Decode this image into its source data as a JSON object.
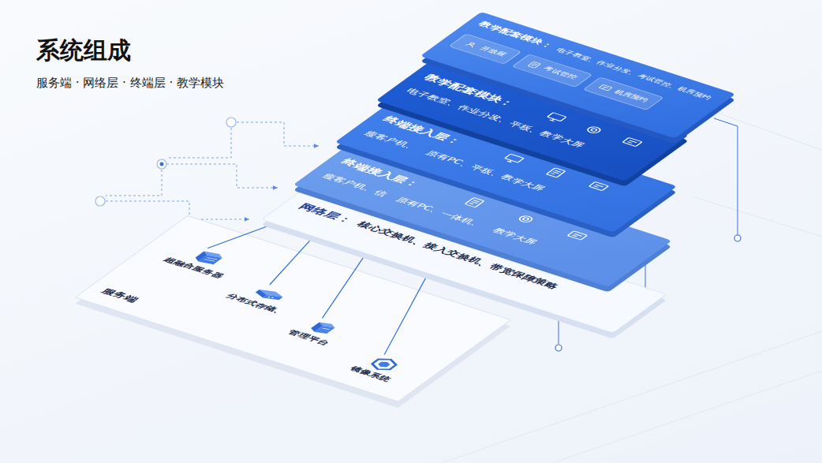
{
  "diagram": {
    "title": "系统组成",
    "nodes": [
      {
        "text": [
          "教学配套模块：",
          "电子教室、作业分发、考试管控、机房预约"
        ]
      },
      {
        "text": [
          "开放屉"
        ],
        "in": 0
      },
      {
        "text": [
          "考试管控"
        ],
        "in": 0
      },
      {
        "text": [
          "机房预约"
        ],
        "in": 0
      },
      {
        "text": [
          "教学配套模块：",
          "电子教室、作业分发、平板、教学大屏"
        ]
      },
      {
        "text": [
          "终端接入层：",
          "瘦客户机、",
          "原有PC、平板、教学大屏"
        ]
      },
      {
        "text": [
          "终端接入层：",
          "瘦客户机、信",
          "原有PC、一体机、",
          "教学大屏"
        ]
      },
      {
        "text": [
          "网络层：",
          "核心交换机、接入交换机、带宽保障策略"
        ]
      },
      {
        "text": [
          "服务端"
        ]
      },
      {
        "text": [
          "超融合服务器"
        ],
        "in": 8
      },
      {
        "text": [
          "分布式存储、"
        ],
        "in": 8
      },
      {
        "text": [
          "管理平台"
        ],
        "in": 8
      },
      {
        "text": [
          "镜像系统"
        ],
        "in": 8
      }
    ],
    "edges": [
      {
        "from": 9,
        "to": 7,
        "arrow": "none"
      },
      {
        "from": 10,
        "to": 7,
        "arrow": "none"
      },
      {
        "from": 11,
        "to": 7,
        "arrow": "none"
      },
      {
        "from": 12,
        "to": 7,
        "arrow": "none"
      }
    ],
    "labels": [
      "服务端 · 网络层 · 终端层 · 教学模块"
    ]
  }
}
